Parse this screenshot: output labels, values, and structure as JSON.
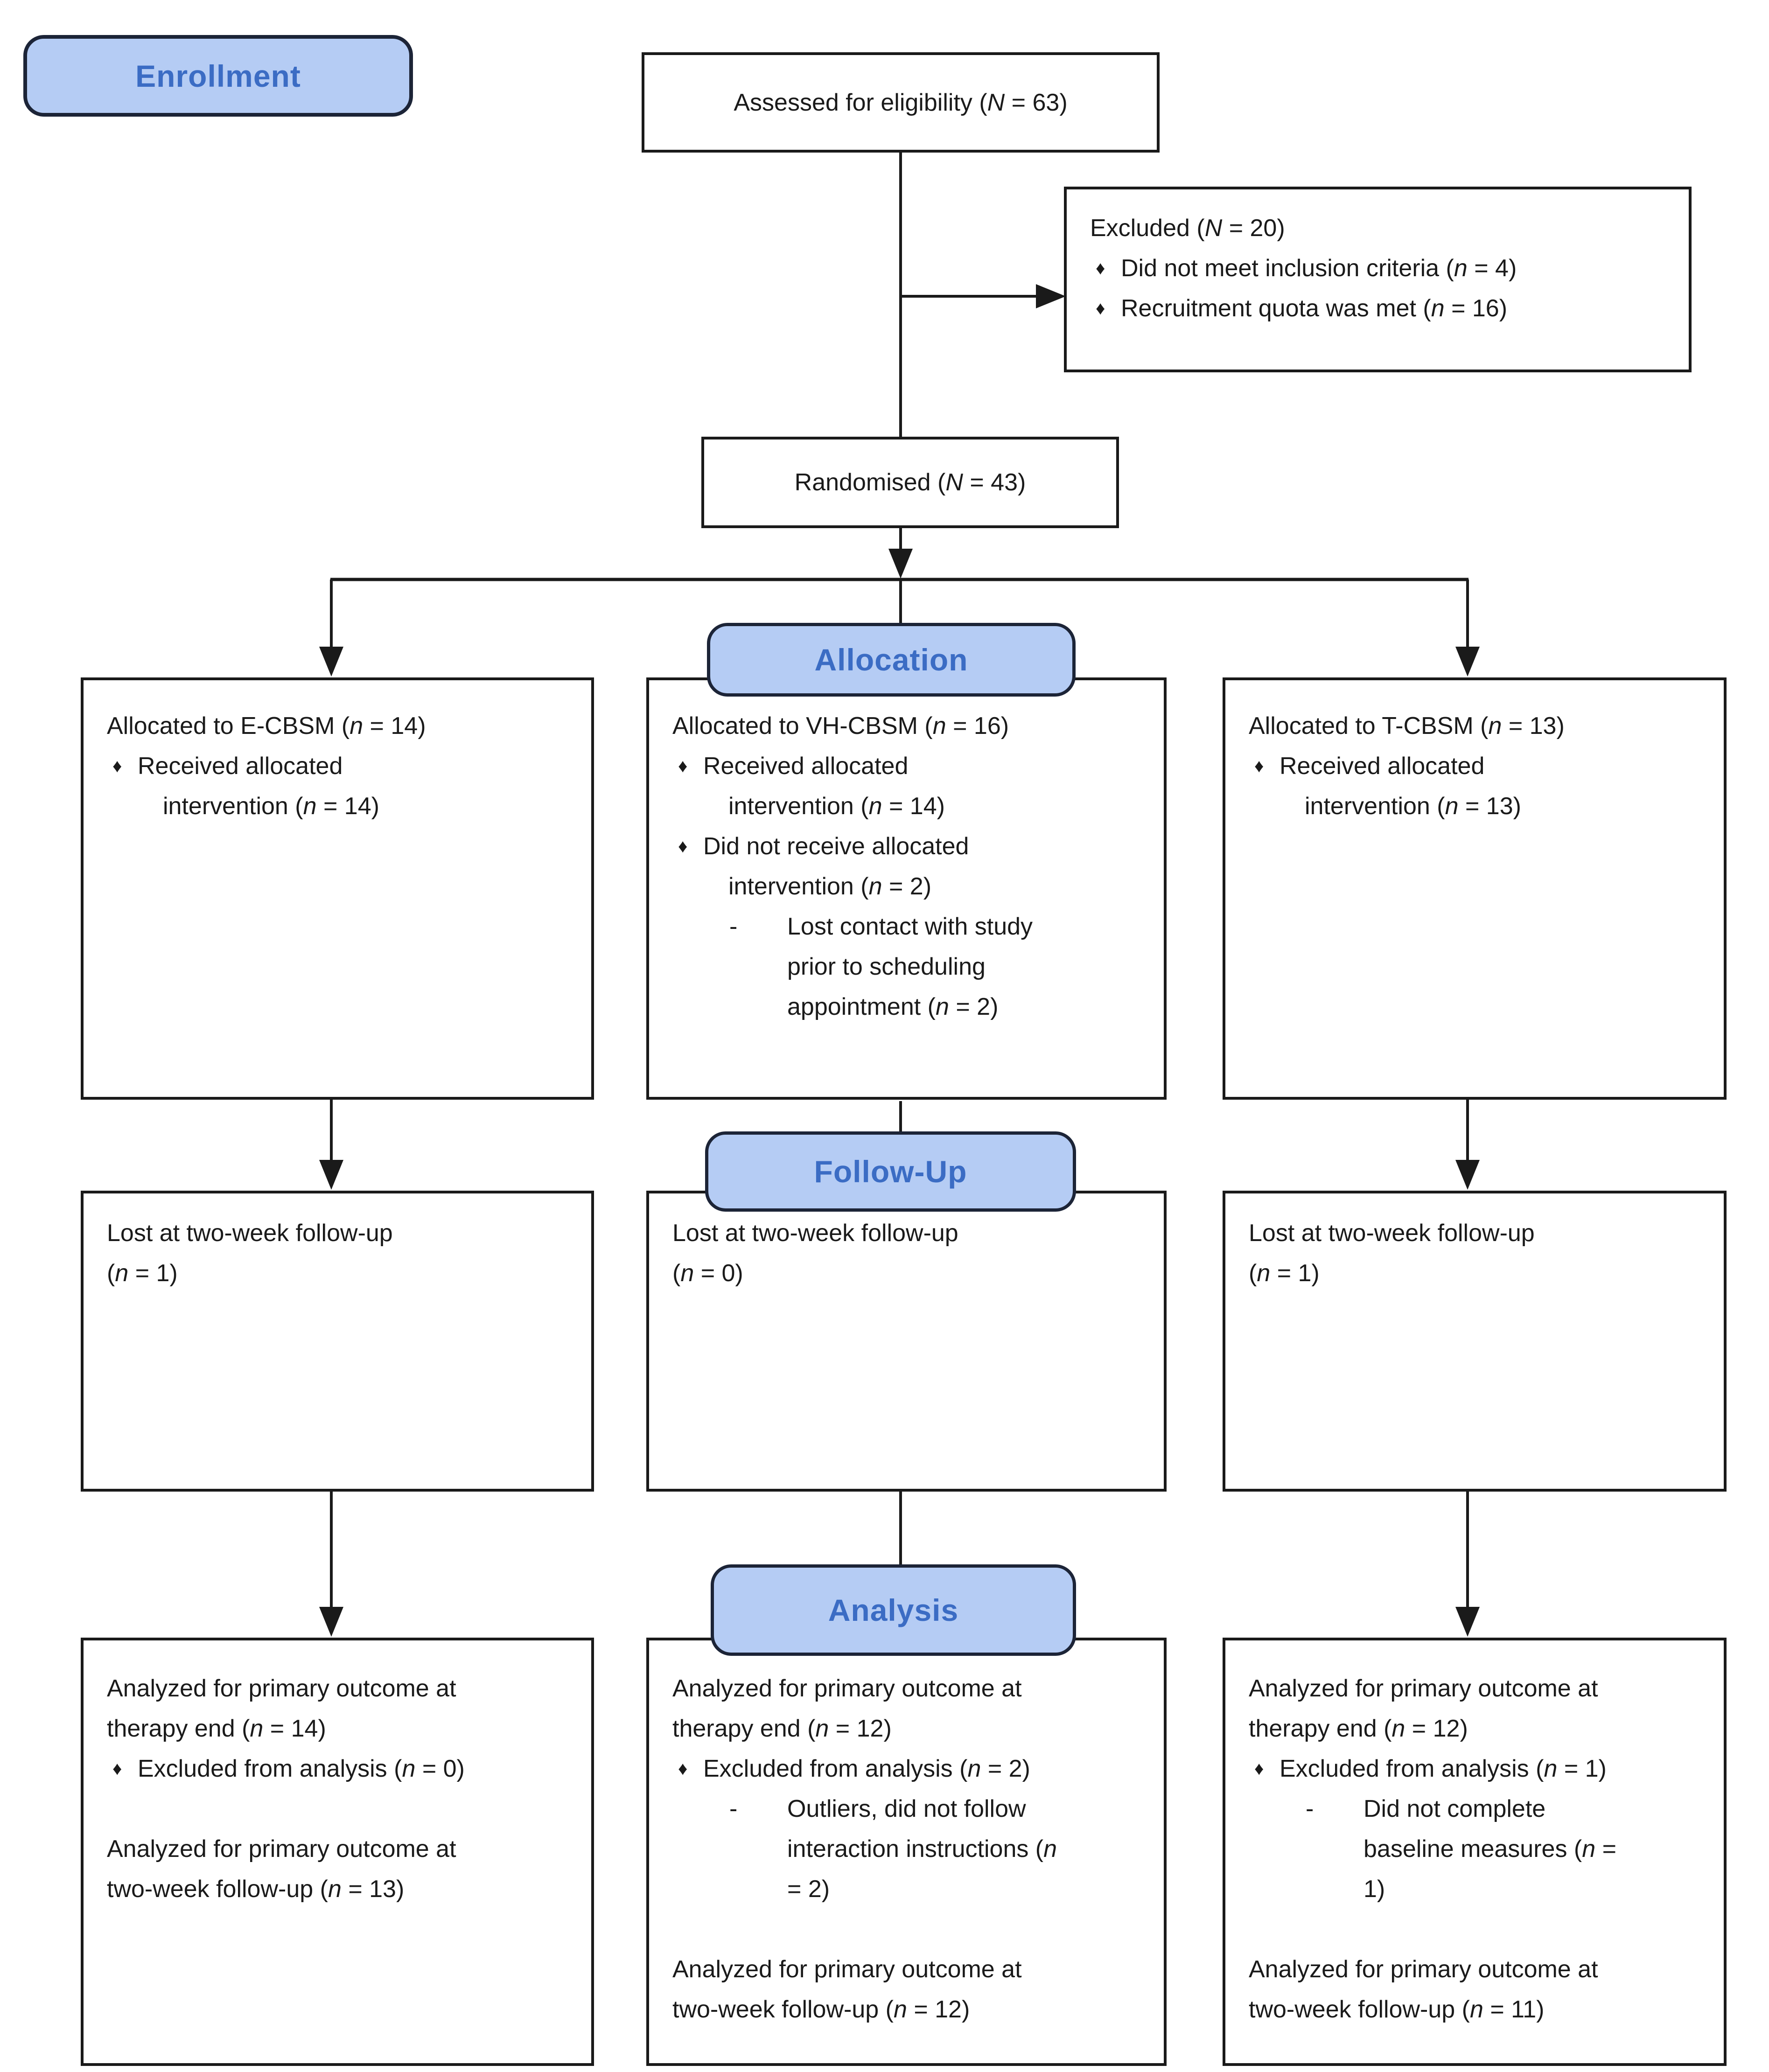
{
  "glyphs": {
    "bullet": "♦",
    "dash": "-"
  },
  "colors": {
    "label_fill": "#b5ccf4",
    "label_border": "#1c2437",
    "label_text": "#3b6cc4",
    "box_border": "#1a1a1a",
    "line": "#1a1a1a"
  },
  "stages": {
    "enrollment": "Enrollment",
    "allocation": "Allocation",
    "follow_up": "Follow-Up",
    "analysis": "Analysis"
  },
  "boxes": {
    "assessed": {
      "segs": [
        {
          "t": "Assessed for eligibility ("
        },
        {
          "t": "N",
          "i": 1
        },
        {
          "t": " = 63)"
        }
      ]
    },
    "randomised": {
      "segs": [
        {
          "t": "Randomised ("
        },
        {
          "t": "N",
          "i": 1
        },
        {
          "t": " = 43)"
        }
      ]
    },
    "excluded": {
      "lines": [
        {
          "t": "p",
          "segs": [
            {
              "t": "Excluded ("
            },
            {
              "t": "N",
              "i": 1
            },
            {
              "t": " = 20)"
            }
          ]
        },
        {
          "t": "b",
          "m": "bullet",
          "segs": [
            {
              "t": "Did not meet inclusion criteria ("
            },
            {
              "t": "n",
              "i": 1
            },
            {
              "t": " = 4)"
            }
          ]
        },
        {
          "t": "b",
          "m": "bullet",
          "segs": [
            {
              "t": "Recruitment quota was met ("
            },
            {
              "t": "n",
              "i": 1
            },
            {
              "t": " = 16)"
            }
          ]
        }
      ]
    },
    "alloc_left": {
      "lines": [
        {
          "t": "p",
          "segs": [
            {
              "t": "Allocated to E-CBSM ("
            },
            {
              "t": "n",
              "i": 1
            },
            {
              "t": " = 14)"
            }
          ]
        },
        {
          "t": "b",
          "m": "bullet",
          "segs": [
            {
              "t": "Received allocated"
            }
          ]
        },
        {
          "t": "c",
          "segs": [
            {
              "t": "intervention ("
            },
            {
              "t": "n",
              "i": 1
            },
            {
              "t": " = 14)"
            }
          ]
        }
      ]
    },
    "alloc_mid": {
      "lines": [
        {
          "t": "p",
          "segs": [
            {
              "t": "Allocated to VH-CBSM ("
            },
            {
              "t": "n",
              "i": 1
            },
            {
              "t": " = 16)"
            }
          ]
        },
        {
          "t": "b",
          "m": "bullet",
          "segs": [
            {
              "t": "Received allocated"
            }
          ]
        },
        {
          "t": "c",
          "segs": [
            {
              "t": "intervention ("
            },
            {
              "t": "n",
              "i": 1
            },
            {
              "t": " = 14)"
            }
          ]
        },
        {
          "t": "b",
          "m": "bullet",
          "segs": [
            {
              "t": "Did not receive allocated"
            }
          ]
        },
        {
          "t": "c",
          "segs": [
            {
              "t": "intervention ("
            },
            {
              "t": "n",
              "i": 1
            },
            {
              "t": " = 2)"
            }
          ]
        },
        {
          "t": "s",
          "m": "dash",
          "segs": [
            {
              "t": "Lost contact with study"
            }
          ]
        },
        {
          "t": "sc",
          "segs": [
            {
              "t": "prior to scheduling"
            }
          ]
        },
        {
          "t": "sc",
          "segs": [
            {
              "t": "appointment ("
            },
            {
              "t": "n",
              "i": 1
            },
            {
              "t": " = 2)"
            }
          ]
        }
      ]
    },
    "alloc_right": {
      "lines": [
        {
          "t": "p",
          "segs": [
            {
              "t": "Allocated to T-CBSM ("
            },
            {
              "t": "n",
              "i": 1
            },
            {
              "t": " = 13)"
            }
          ]
        },
        {
          "t": "b",
          "m": "bullet",
          "segs": [
            {
              "t": "Received allocated"
            }
          ]
        },
        {
          "t": "c",
          "segs": [
            {
              "t": "intervention ("
            },
            {
              "t": "n",
              "i": 1
            },
            {
              "t": " = 13)"
            }
          ]
        }
      ]
    },
    "fu_left": {
      "lines": [
        {
          "t": "p",
          "segs": [
            {
              "t": "Lost at two-week follow-up"
            }
          ]
        },
        {
          "t": "p",
          "segs": [
            {
              "t": "("
            },
            {
              "t": "n",
              "i": 1
            },
            {
              "t": " = 1)"
            }
          ]
        }
      ]
    },
    "fu_mid": {
      "lines": [
        {
          "t": "p",
          "segs": [
            {
              "t": "Lost at two-week follow-up"
            }
          ]
        },
        {
          "t": "p",
          "segs": [
            {
              "t": "("
            },
            {
              "t": "n",
              "i": 1
            },
            {
              "t": " = 0)"
            }
          ]
        }
      ]
    },
    "fu_right": {
      "lines": [
        {
          "t": "p",
          "segs": [
            {
              "t": "Lost at two-week follow-up"
            }
          ]
        },
        {
          "t": "p",
          "segs": [
            {
              "t": "("
            },
            {
              "t": "n",
              "i": 1
            },
            {
              "t": " = 1)"
            }
          ]
        }
      ]
    },
    "an_left": {
      "lines": [
        {
          "t": "p",
          "segs": [
            {
              "t": "Analyzed for primary outcome at"
            }
          ]
        },
        {
          "t": "p",
          "segs": [
            {
              "t": "therapy end ("
            },
            {
              "t": "n",
              "i": 1
            },
            {
              "t": " = 14)"
            }
          ]
        },
        {
          "t": "b",
          "m": "bullet",
          "segs": [
            {
              "t": "Excluded from analysis ("
            },
            {
              "t": "n",
              "i": 1
            },
            {
              "t": " = 0)"
            }
          ]
        },
        {
          "t": "gap"
        },
        {
          "t": "p",
          "segs": [
            {
              "t": "Analyzed for primary outcome at"
            }
          ]
        },
        {
          "t": "p",
          "segs": [
            {
              "t": "two-week follow-up ("
            },
            {
              "t": "n",
              "i": 1
            },
            {
              "t": " = 13)"
            }
          ]
        }
      ]
    },
    "an_mid": {
      "lines": [
        {
          "t": "p",
          "segs": [
            {
              "t": "Analyzed for primary outcome at"
            }
          ]
        },
        {
          "t": "p",
          "segs": [
            {
              "t": "therapy end ("
            },
            {
              "t": "n",
              "i": 1
            },
            {
              "t": " = 12)"
            }
          ]
        },
        {
          "t": "b",
          "m": "bullet",
          "segs": [
            {
              "t": "Excluded from analysis ("
            },
            {
              "t": "n",
              "i": 1
            },
            {
              "t": " = 2)"
            }
          ]
        },
        {
          "t": "s",
          "m": "dash",
          "segs": [
            {
              "t": "Outliers, did not follow"
            }
          ]
        },
        {
          "t": "sc",
          "segs": [
            {
              "t": "interaction instructions ("
            },
            {
              "t": "n",
              "i": 1
            }
          ]
        },
        {
          "t": "sc",
          "segs": [
            {
              "t": "= 2)"
            }
          ]
        },
        {
          "t": "gap"
        },
        {
          "t": "p",
          "segs": [
            {
              "t": "Analyzed for primary outcome at"
            }
          ]
        },
        {
          "t": "p",
          "segs": [
            {
              "t": "two-week follow-up ("
            },
            {
              "t": "n",
              "i": 1
            },
            {
              "t": " = 12)"
            }
          ]
        }
      ]
    },
    "an_right": {
      "lines": [
        {
          "t": "p",
          "segs": [
            {
              "t": "Analyzed for primary outcome at"
            }
          ]
        },
        {
          "t": "p",
          "segs": [
            {
              "t": "therapy end ("
            },
            {
              "t": "n",
              "i": 1
            },
            {
              "t": " = 12)"
            }
          ]
        },
        {
          "t": "b",
          "m": "bullet",
          "segs": [
            {
              "t": "Excluded from analysis ("
            },
            {
              "t": "n",
              "i": 1
            },
            {
              "t": " = 1)"
            }
          ]
        },
        {
          "t": "s",
          "m": "dash",
          "segs": [
            {
              "t": "Did not complete"
            }
          ]
        },
        {
          "t": "sc",
          "segs": [
            {
              "t": "baseline measures ("
            },
            {
              "t": "n",
              "i": 1
            },
            {
              "t": " ="
            }
          ]
        },
        {
          "t": "sc",
          "segs": [
            {
              "t": "1)"
            }
          ]
        },
        {
          "t": "gap"
        },
        {
          "t": "p",
          "segs": [
            {
              "t": "Analyzed for primary outcome at"
            }
          ]
        },
        {
          "t": "p",
          "segs": [
            {
              "t": "two-week follow-up ("
            },
            {
              "t": "n",
              "i": 1
            },
            {
              "t": " = 11)"
            }
          ]
        }
      ]
    }
  }
}
